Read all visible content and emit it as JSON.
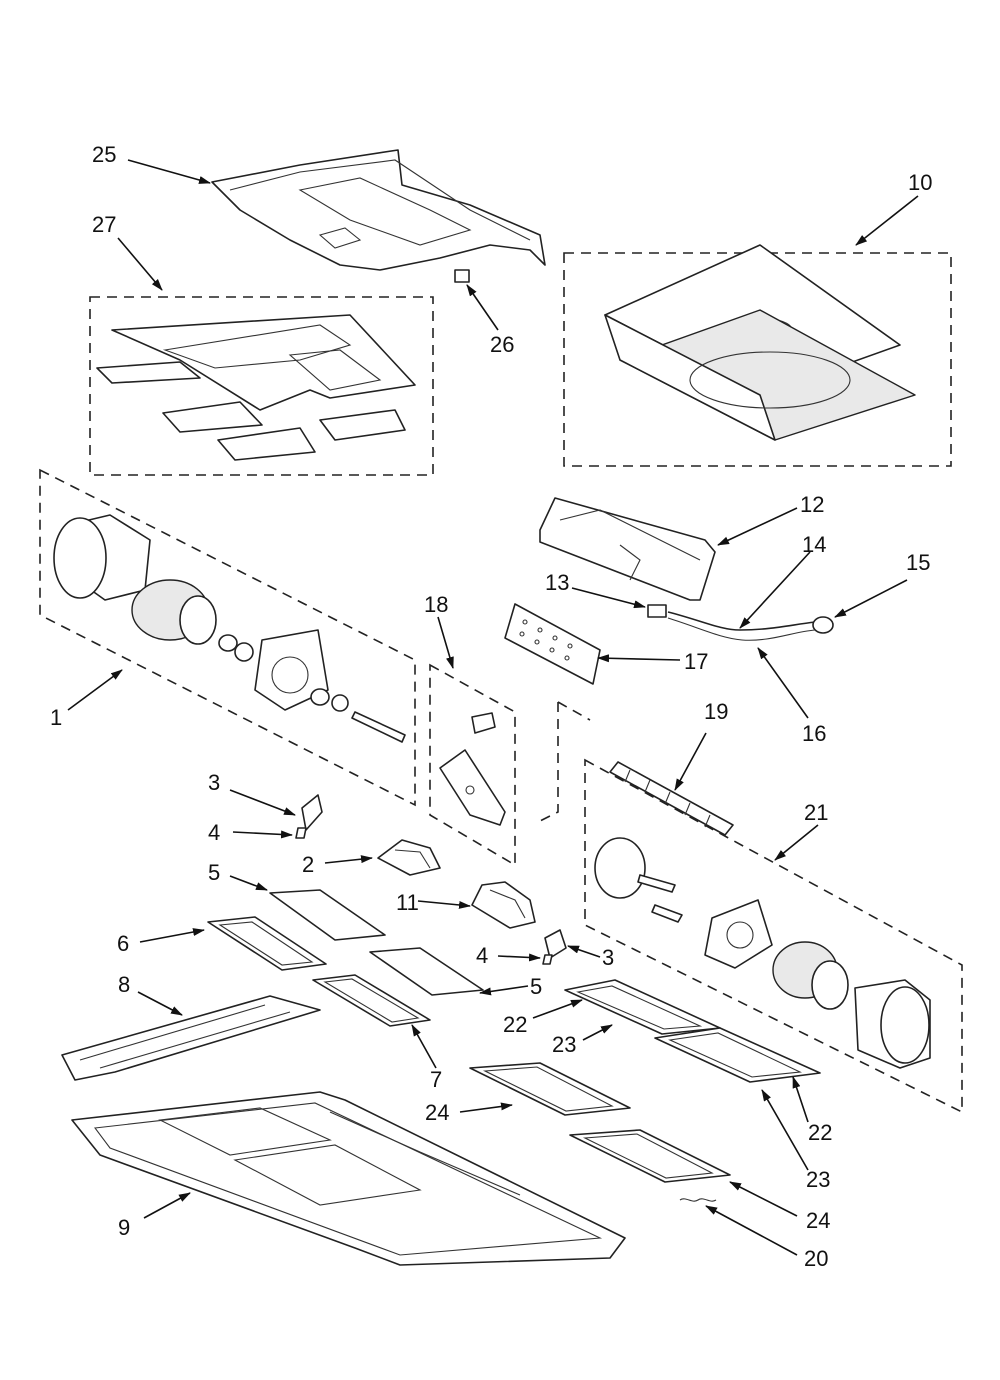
{
  "diagram": {
    "callouts": [
      "1",
      "2",
      "3",
      "3",
      "4",
      "4",
      "5",
      "5",
      "6",
      "7",
      "8",
      "9",
      "10",
      "11",
      "12",
      "13",
      "14",
      "15",
      "16",
      "17",
      "18",
      "19",
      "20",
      "21",
      "22",
      "22",
      "23",
      "23",
      "24",
      "24",
      "25",
      "26",
      "27"
    ]
  }
}
